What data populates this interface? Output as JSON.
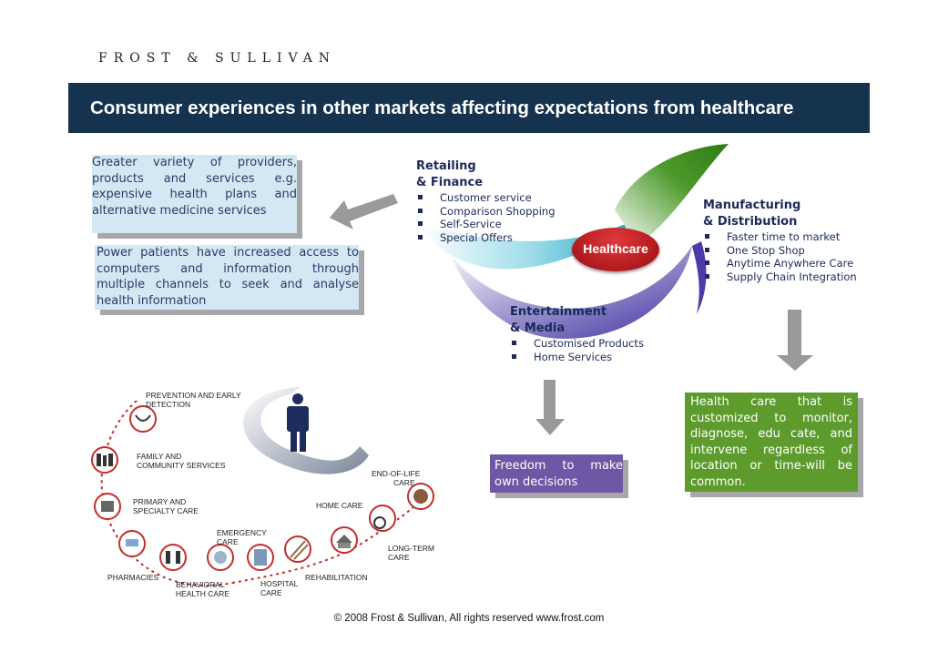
{
  "logo": {
    "text": "FROST & SULLIVAN"
  },
  "title": "Consumer experiences in other markets affecting expectations from healthcare",
  "boxes": {
    "greater_variety": "Greater variety of providers, products and services e.g. expensive health plans and alternative medicine services",
    "power_patients": "Power patients have increased access to computers and information through multiple channels to seek and analyse health information",
    "freedom": "Freedom to make own decisions",
    "customized": "Health care that is customized to monitor, diagnose, edu cate, and intervene regardless of location or time-will be common."
  },
  "center": {
    "label": "Healthcare"
  },
  "sections": {
    "retailing": {
      "title_lines": [
        "Retailing",
        "& Finance"
      ],
      "items": [
        "Customer service",
        "Comparison Shopping",
        "Self-Service",
        "Special Offers"
      ]
    },
    "manufacturing": {
      "title_lines": [
        "Manufacturing",
        "& Distribution"
      ],
      "items": [
        "Faster time to market",
        "One Stop Shop",
        "Anytime Anywhere Care",
        "Supply Chain Integration"
      ]
    },
    "entertainment": {
      "title_lines": [
        "Entertainment",
        "& Media"
      ],
      "items": [
        "Customised Products",
        "Home Services"
      ]
    }
  },
  "care_continuum": {
    "prevention": [
      "PREVENTION AND EARLY",
      "DETECTION"
    ],
    "family": [
      "FAMILY AND",
      "COMMUNITY SERVICES"
    ],
    "primary": [
      "PRIMARY AND",
      "SPECIALTY CARE"
    ],
    "pharmacies": "PHARMACIES",
    "behavioral": [
      "BEHAVIORAL",
      "HEALTH CARE"
    ],
    "emergency": [
      "EMERGENCY",
      "CARE"
    ],
    "hospital": [
      "HOSPITAL",
      "CARE"
    ],
    "rehabilitation": "REHABILITATION",
    "home": "HOME CARE",
    "long_term": [
      "LONG-TERM",
      "CARE"
    ],
    "end_of_life": [
      "END-OF-LIFE",
      "CARE"
    ]
  },
  "footer": "© 2008 Frost & Sullivan, All rights reserved  www.frost.com"
}
